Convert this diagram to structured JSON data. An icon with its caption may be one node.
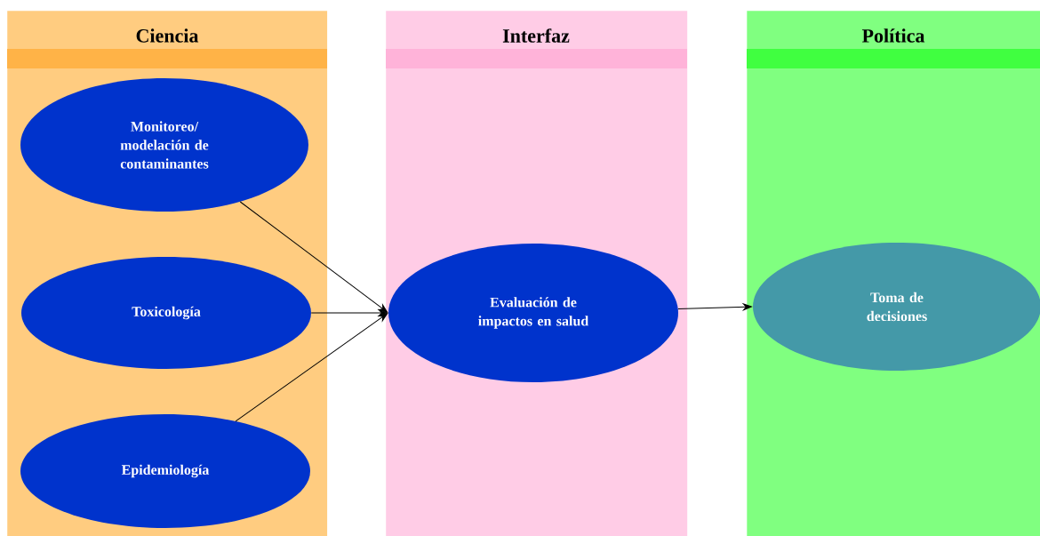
{
  "diagram": {
    "nodes": [
      {
        "text": [
          "Ciencia"
        ]
      },
      {
        "text": [
          "Monitoreo/ modelación de contaminantes"
        ],
        "in": 0
      },
      {
        "text": [
          "Toxicología"
        ],
        "in": 0
      },
      {
        "text": [
          "Epidemiología"
        ],
        "in": 0
      },
      {
        "text": [
          "Interfaz"
        ]
      },
      {
        "text": [
          "Evaluación de impactos en salud"
        ],
        "in": 4
      },
      {
        "text": [
          "Política"
        ]
      },
      {
        "text": [
          "Toma de decisiones"
        ],
        "in": 6
      }
    ],
    "edges": [
      {
        "from": 1,
        "to": 5,
        "arrow": "to"
      },
      {
        "from": 2,
        "to": 5,
        "arrow": "to"
      },
      {
        "from": 3,
        "to": 5,
        "arrow": "to"
      },
      {
        "from": 5,
        "to": 7,
        "arrow": "to"
      }
    ]
  }
}
